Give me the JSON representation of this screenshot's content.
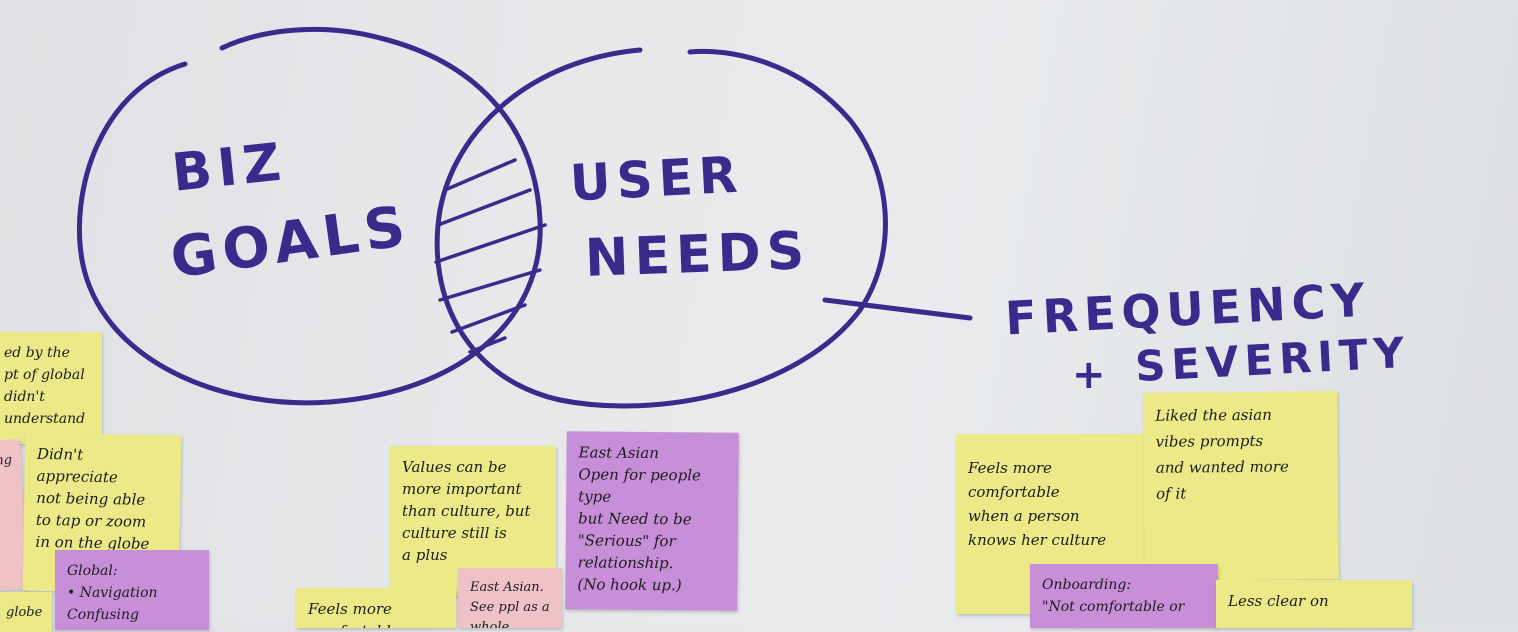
{
  "whiteboard": {
    "left_circle_label": [
      "BIZ",
      "GOALS"
    ],
    "right_circle_label": [
      "USER",
      "NEEDS"
    ],
    "annotation_line1": "FREQUENCY",
    "annotation_plus": "+",
    "annotation_line2": "SEVERITY",
    "ink_color": "#3a2a8c"
  },
  "sticky_notes": [
    {
      "text": "ed by the\npt of global\ndidn't understand",
      "color": "#ece988"
    },
    {
      "text": "ing",
      "color": "#efc3c6"
    },
    {
      "text": "Didn't appreciate\nnot being able\nto tap or zoom\nin on the globe",
      "color": "#ece988"
    },
    {
      "text": "Global:\n• Navigation Confusing\n• Don't Get the Meaning",
      "color": "#c88fd9"
    },
    {
      "text": "globe",
      "color": "#ece988"
    },
    {
      "text": "Values can be\nmore important\nthan culture, but\nculture still is\na plus",
      "color": "#ece988"
    },
    {
      "text": "East Asian\nOpen for people type\nbut Need to be\n\"Serious\" for\nrelationship.\n(No hook up.)",
      "color": "#c88fd9"
    },
    {
      "text": "East Asian.\nSee ppl as a whole",
      "color": "#efc3c6"
    },
    {
      "text": "Feels more\ncomfortable\nwhen a person\nknows her culture",
      "color": "#ece988"
    },
    {
      "text": "Liked the asian\nvibes prompts\nand wanted more\nof it",
      "color": "#ece988"
    },
    {
      "text": "Onboarding:\n\"Not comfortable or",
      "color": "#c88fd9"
    },
    {
      "text": "Less clear on",
      "color": "#ece988"
    }
  ]
}
